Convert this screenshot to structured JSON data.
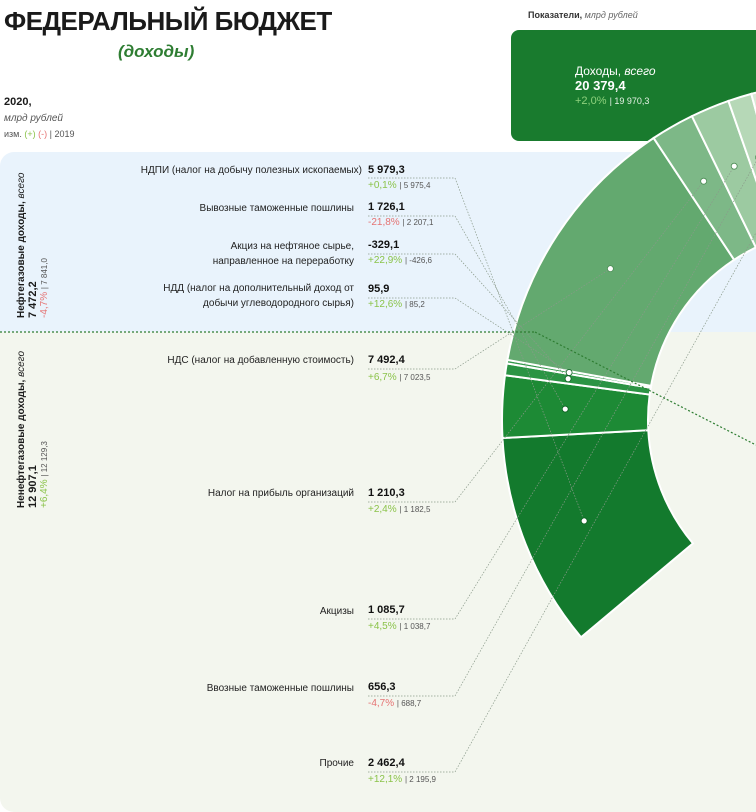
{
  "header": {
    "title": "ФЕДЕРАЛЬНЫЙ БЮДЖЕТ",
    "subtitle": "(доходы)"
  },
  "meta": {
    "year": "2020,",
    "unit": "млрд рублей",
    "change_prefix": "изм.",
    "change_pos": "(+)",
    "change_neg": "(-)",
    "change_suffix": "| 2019"
  },
  "indicators": {
    "label": "Показатели,",
    "unit": "млрд рублей"
  },
  "total": {
    "label": "Доходы,",
    "label_note": "всего",
    "value": "20 379,4",
    "change": "+2,0%",
    "prev": "| 19 970,3",
    "color": "#197b2e"
  },
  "groups": {
    "oil": {
      "title": "Нефтегазовые доходы,",
      "note": "всего",
      "value": "7 472,2",
      "change": "-4,7%",
      "prev": "| 7 841,0"
    },
    "non_oil": {
      "title": "Ненефтегазовые доходы,",
      "note": "всего",
      "value": "12 907,1",
      "change": "+6,4%",
      "prev": "| 12 129,3"
    }
  },
  "chart_data": {
    "type": "donut",
    "title": "ФЕДЕРАЛЬНЫЙ БЮДЖЕТ",
    "subtitle": "(доходы)",
    "unit": "млрд рублей",
    "total": 20379.4,
    "categories": [
      "НДПИ (налог на добычу полезных ископаемых)",
      "Вывозные таможенные пошлины",
      "Акциз на нефтяное сырье, направленное на переработку",
      "НДД (налог на дополнительный доход от добычи углеводородного сырья)",
      "НДС (налог на добавленную стоимость)",
      "Налог на прибыль организаций",
      "Акцизы",
      "Ввозные таможенные пошлины",
      "Прочие"
    ],
    "values": [
      5979.3,
      1726.1,
      -329.1,
      95.9,
      7492.4,
      1210.3,
      1085.7,
      656.3,
      2462.4
    ],
    "items": [
      {
        "name": "НДПИ (налог на добычу полезных ископаемых)",
        "value": "5 979,3",
        "change": "+0,1%",
        "prev": "| 5 975,4",
        "color": "#137a2d",
        "group": "oil"
      },
      {
        "name": "Вывозные таможенные пошлины",
        "value": "1 726,1",
        "change": "-21,8%",
        "prev": "| 2 207,1",
        "color": "#1d8a35",
        "group": "oil"
      },
      {
        "name": "Акциз на нефтяное сырье, направленное на переработку",
        "value": "-329,1",
        "change": "+22,9%",
        "prev": "| -426,6",
        "color": "#2b9444",
        "group": "oil"
      },
      {
        "name": "НДД (налог на дополнительный доход от добычи углеводородного сырья)",
        "value": "95,9",
        "change": "+12,6%",
        "prev": "| 85,2",
        "color": "#34994c",
        "group": "oil"
      },
      {
        "name": "НДС (налог на добавленную стоимость)",
        "value": "7 492,4",
        "change": "+6,7%",
        "prev": "| 7 023,5",
        "color": "#63a96f",
        "group": "non_oil"
      },
      {
        "name": "Налог на прибыль организаций",
        "value": "1 210,3",
        "change": "+2,4%",
        "prev": "| 1 182,5",
        "color": "#7db887",
        "group": "non_oil"
      },
      {
        "name": "Акцизы",
        "value": "1 085,7",
        "change": "+4,5%",
        "prev": "| 1 038,7",
        "color": "#9ccaa1",
        "group": "non_oil"
      },
      {
        "name": "Ввозные таможенные пошлины",
        "value": "656,3",
        "change": "-4,7%",
        "prev": "| 688,7",
        "color": "#b6d8b7",
        "group": "non_oil"
      },
      {
        "name": "Прочие",
        "value": "2 462,4",
        "change": "+12,1%",
        "prev": "| 2 195,9",
        "color": "#d8ead6",
        "group": "non_oil"
      }
    ]
  }
}
